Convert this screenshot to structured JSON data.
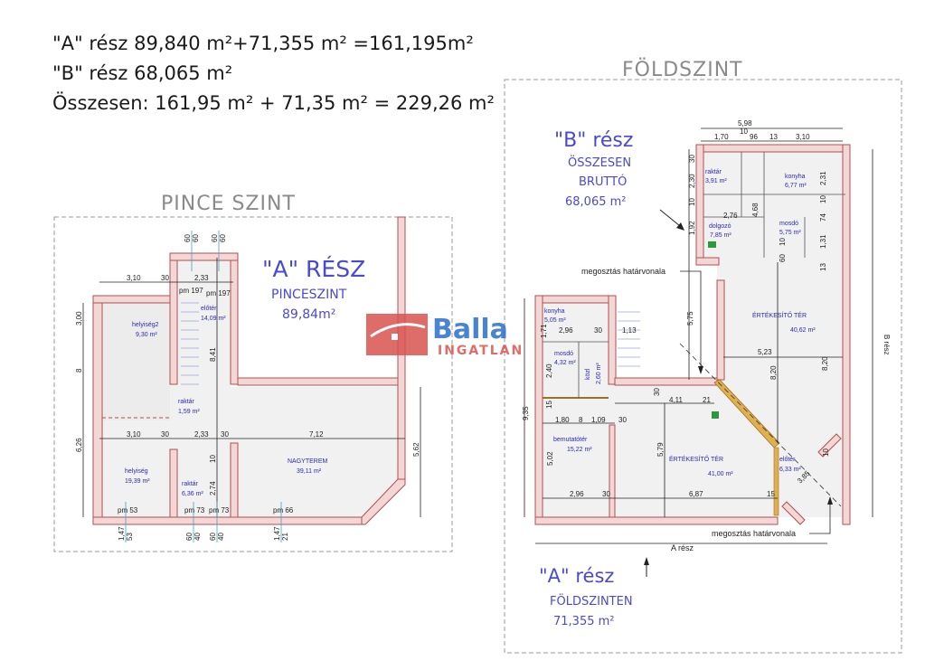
{
  "header": {
    "line1": "\"A\" rész 89,840 m²+71,355 m² =161,195m²",
    "line2": "\"B\" rész 68,065 m²",
    "line3": "Összesen: 161,95 m² + 71,35 m² = 229,26 m²"
  },
  "levels": {
    "ground": "FÖLDSZINT",
    "basement": "PINCE SZINT"
  },
  "logo": {
    "name": "Balla",
    "sub": "INGATLAN",
    "red": "#d9534f",
    "blue": "#2a6fc9"
  },
  "basement": {
    "title": "\"A\" RÉSZ",
    "subtitle": "PINCESZINT",
    "area": "89,84m²",
    "rooms": [
      {
        "name": "helyiség2",
        "area": "9,30 m²"
      },
      {
        "name": "helyiség",
        "area": "19,39 m²"
      },
      {
        "name": "NAGYTEREM",
        "area": "39,11 m²"
      },
      {
        "name": "raktár",
        "area": "1,59 m²"
      },
      {
        "name": "raktár",
        "area": "6,36 m²"
      },
      {
        "name": "előtér",
        "area": "14,09 m²"
      }
    ],
    "dims": [
      "3,10",
      "30",
      "2,33",
      "3,00",
      "8",
      "6,26",
      "3,10",
      "30",
      "2,33",
      "30",
      "7,12",
      "5,62",
      "8,41",
      "2,74",
      "10",
      "pm 197",
      "pm 197",
      "pm 53",
      "pm 73",
      "pm 73",
      "pm 66",
      "1,47",
      "53",
      "60",
      "40",
      "60",
      "40",
      "1,47",
      "21",
      "60",
      "60",
      "60",
      "60"
    ]
  },
  "ground": {
    "b_title": "\"B\" rész",
    "b_sub1": "ÖSSZESEN",
    "b_sub2": "BRUTTÓ",
    "b_area": "68,065 m²",
    "a_title": "\"A\" rész",
    "a_sub": "FÖLDSZINTEN",
    "a_area": "71,355 m²",
    "divider_label": "megosztás határvonala",
    "a_part_label": "A rész",
    "b_side_label": "B rész",
    "rooms": [
      {
        "name": "raktár",
        "area": "3,91 m²"
      },
      {
        "name": "konyha",
        "area": "6,77 m²"
      },
      {
        "name": "dolgozó",
        "area": "7,85 m²"
      },
      {
        "name": "mosdó",
        "area": "5,75 m²"
      },
      {
        "name": "ÉRTÉKESÍTŐ TÉR",
        "area": "40,62 m²"
      },
      {
        "name": "konyha",
        "area": "5,05 m²"
      },
      {
        "name": "mosdó",
        "area": "4,32 m²"
      },
      {
        "name": "bemutatótér",
        "area": "15,22 m²"
      },
      {
        "name": "ÉRTÉKESÍTŐ TÉR",
        "area": "41,00 m²"
      },
      {
        "name": "előtér",
        "area": "6,33 m²"
      },
      {
        "name": "közl",
        "area": "2,60 m²"
      }
    ],
    "dims": [
      "5,98",
      "10",
      "1,70",
      "96",
      "13",
      "3,10",
      "30",
      "2,30",
      "10",
      "1,92",
      "2,76",
      "4,68",
      "2,31",
      "10",
      "74",
      "1,31",
      "13",
      "60",
      "10",
      "5,75",
      "5,23",
      "8,20",
      "8,20",
      "9,35",
      "1,71",
      "2,96",
      "30",
      "1,13",
      "2,40",
      "15",
      "30",
      "4,11",
      "21",
      "1,80",
      "8",
      "1,09",
      "30",
      "5,02",
      "5,79",
      "2,96",
      "30",
      "6,87",
      "15",
      "3,85",
      "10"
    ]
  }
}
